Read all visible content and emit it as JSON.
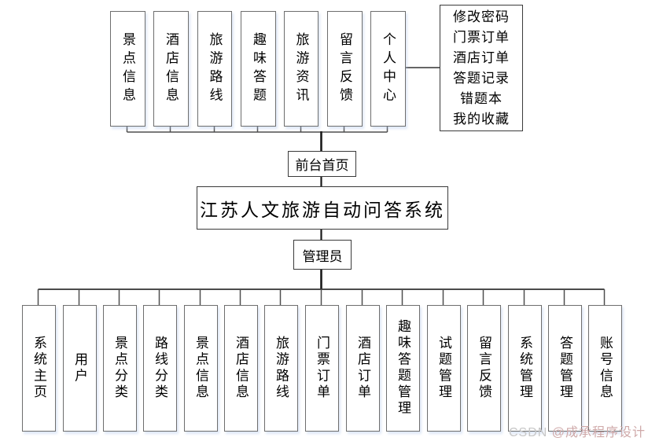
{
  "title": "江苏人文旅游自动问答系统",
  "front": {
    "label": "前台首页",
    "items": [
      "景点信息",
      "酒店信息",
      "旅游路线",
      "趣味答题",
      "旅游资讯",
      "留言反馈",
      "个人中心"
    ],
    "submenu": [
      "修改密码",
      "门票订单",
      "酒店订单",
      "答题记录",
      "错题本",
      "我的收藏"
    ]
  },
  "admin": {
    "label": "管理员",
    "items": [
      "系统主页",
      "用户",
      "景点分类",
      "路线分类",
      "景点信息",
      "酒店信息",
      "旅游路线",
      "门票订单",
      "酒店订单",
      "趣味答题管理",
      "试题管理",
      "留言反馈",
      "系统管理",
      "答题管理",
      "账号信息"
    ]
  },
  "watermark": {
    "prefix": "CSDN ",
    "author": "@成承程序设计"
  },
  "colors": {
    "box_border": "#6e6e6e",
    "center_border": "#3a3a3a",
    "wire": "#4f4f4f",
    "trunk": "#1a1a1a",
    "background": "#ffffff"
  }
}
